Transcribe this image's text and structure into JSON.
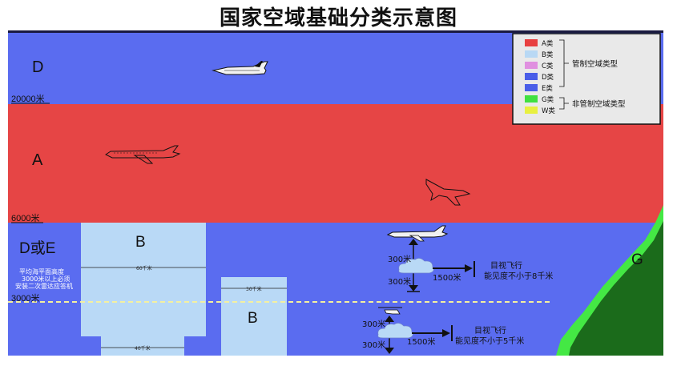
{
  "title": "国家空域基础分类示意图",
  "zones": {
    "d_top": "D",
    "a": "A",
    "d_or_e": "D或E",
    "b_left": "B",
    "b_right": "B",
    "g": "G"
  },
  "altitudes": {
    "alt_20000": "20000米",
    "alt_6000": "6000米",
    "alt_3000": "3000米"
  },
  "b_widths": {
    "w60": "60千米",
    "w40": "40千米",
    "w30": "30千米"
  },
  "note": {
    "line1": "平均海平面高度",
    "line2": "3000米以上必须",
    "line3": "安装二次雷达应答机"
  },
  "vfr_upper": {
    "sep_top": "300米",
    "sep_bottom": "300米",
    "dist": "1500米",
    "label1": "目视飞行",
    "label2": "能见度不小于8千米"
  },
  "vfr_lower": {
    "sep_top": "300米",
    "sep_bottom": "300米",
    "dist": "1500米",
    "label1": "目视飞行",
    "label2": "能见度不小于5千米"
  },
  "legend": {
    "items": [
      {
        "label": "A类",
        "color": "#e84040"
      },
      {
        "label": "B类",
        "color": "#b8d8f4"
      },
      {
        "label": "C类",
        "color": "#e090e0"
      },
      {
        "label": "D类",
        "color": "#4a5ee8"
      },
      {
        "label": "E类",
        "color": "#4a5ee8"
      },
      {
        "label": "G类",
        "color": "#40e040"
      },
      {
        "label": "W类",
        "color": "#e8f040"
      }
    ],
    "controlled": "管制空域类型",
    "uncontrolled": "非管制空域类型"
  },
  "colors": {
    "blue": "#5a6cf0",
    "red": "#e64545",
    "light_blue": "#b9d9f6",
    "green": "#44e844",
    "dark_green": "#1b6b1b"
  }
}
